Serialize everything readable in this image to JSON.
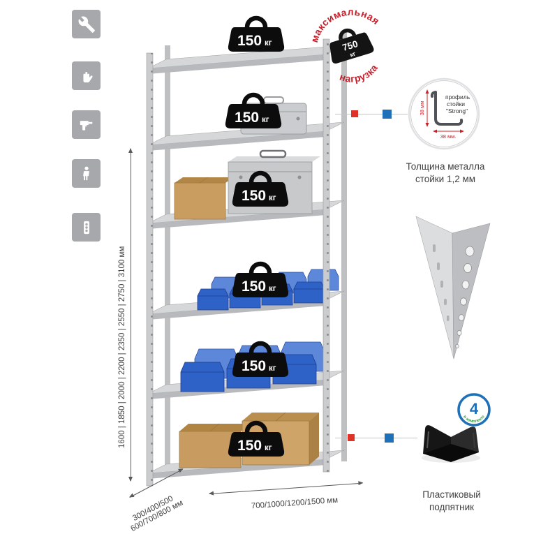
{
  "left_toolbar": {
    "icons": [
      "wrench",
      "work-gloves",
      "drill",
      "person",
      "power-strip"
    ]
  },
  "rack": {
    "shelves_count": 6,
    "badge_value": "150",
    "badge_unit": "кг"
  },
  "stamp": {
    "arc_top": "максимальная",
    "arc_bottom": "нагрузка",
    "weight_value": "750",
    "weight_unit": "кг"
  },
  "dimensions": {
    "height_label": "1600 | 1850 | 2000 | 2200 | 2350 | 2550 | 2750 | 3100 мм",
    "depth_line1": "300/400/500",
    "depth_line2": "600/700/800 мм",
    "width_label": "700/1000/1200/1500 мм"
  },
  "profile_callout": {
    "text_line1": "профиль",
    "text_line2": "стойки",
    "text_line3": "\"Strong\"",
    "dim_vertical": "38 мм",
    "dim_horizontal": "38 мм.",
    "caption_line1": "Толщина металла",
    "caption_line2": "стойки 1,2 мм"
  },
  "foot_callout": {
    "badge_number": "4",
    "badge_text": "в комплекте",
    "caption_line1": "Пластиковый",
    "caption_line2": "подпятник"
  },
  "colors": {
    "accent_red": "#cb2229",
    "accent_blue": "#1e70b8",
    "icon_bg": "#a6a8ab",
    "bin_blue": "#2f62c7",
    "cardboard": "#c89c62",
    "metal_gray": "#c7c9cb"
  }
}
